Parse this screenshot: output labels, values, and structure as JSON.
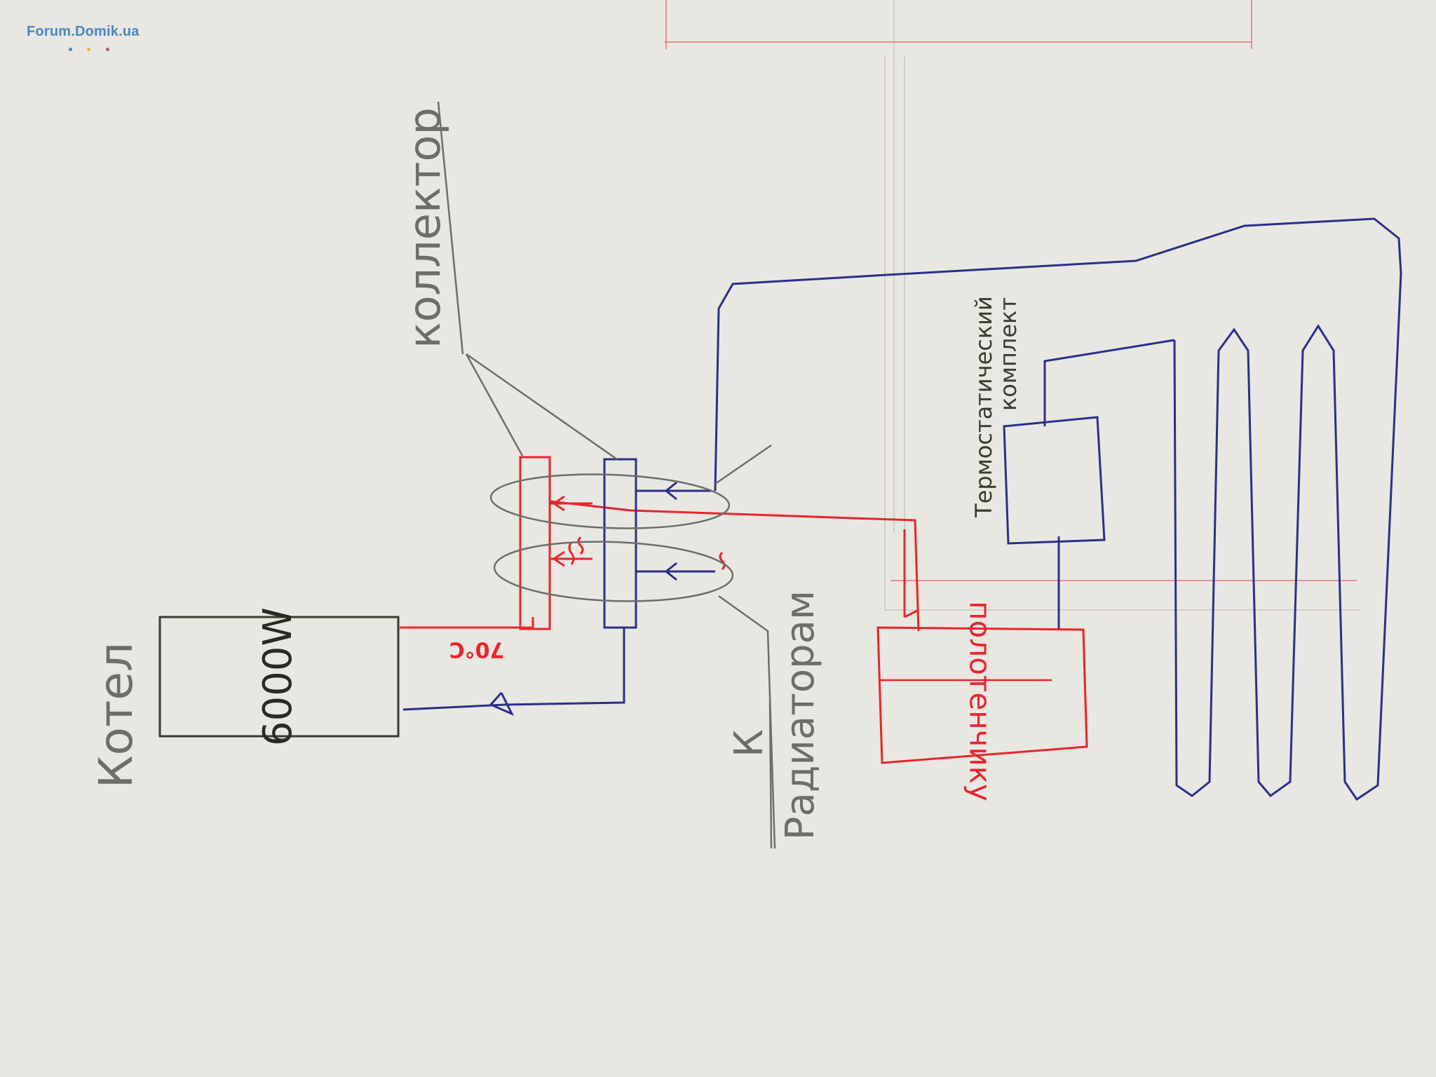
{
  "watermark": {
    "text": "Forum.Domik.ua"
  },
  "labels": {
    "boiler": "Котел",
    "boiler_power": "6000W",
    "collector": "коллектор",
    "to_radiators_k": "К",
    "to_radiators": "Радиаторам",
    "towel_rail": "полотенчику",
    "thermo_line1": "Термостатический",
    "thermo_line2": "комплект",
    "temperature": "70°C"
  },
  "colors": {
    "paper": "#e9e7e1",
    "supply_red": "#e8252e",
    "return_blue": "#2a2f8c",
    "pencil_gray": "#6e6e66",
    "ink_dark": "#3a3a2e",
    "watermark": "#4a86c0"
  }
}
